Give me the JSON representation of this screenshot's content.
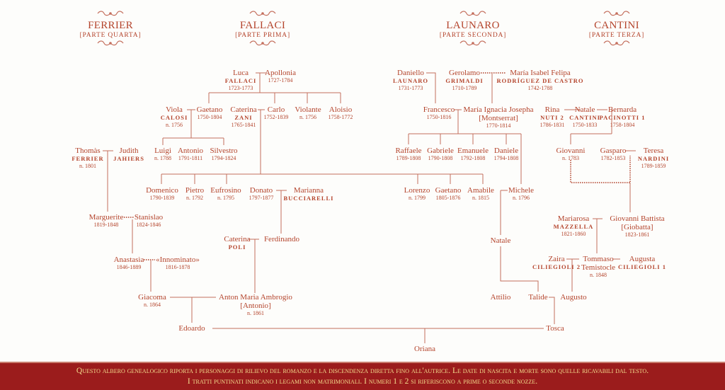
{
  "families": [
    {
      "title": "FERRIER",
      "subtitle": "[PARTE QUARTA]"
    },
    {
      "title": "FALLACI",
      "subtitle": "[PARTE PRIMA]"
    },
    {
      "title": "LAUNARO",
      "subtitle": "[PARTE SECONDA]"
    },
    {
      "title": "CANTINI",
      "subtitle": "[PARTE TERZA]"
    }
  ],
  "persons": [
    {
      "name": "Luca",
      "surname": "FALLACI",
      "dates": "1723-1773"
    },
    {
      "name": "Apollonia",
      "dates": "1727-1784"
    },
    {
      "name": "Viola",
      "surname": "CALOSI",
      "dates": "n. 1756"
    },
    {
      "name": "Gaetano",
      "dates": "1750-1804"
    },
    {
      "name": "Caterina",
      "surname": "ZANI",
      "dates": "1765-1841"
    },
    {
      "name": "Carlo",
      "dates": "1752-1839"
    },
    {
      "name": "Violante",
      "dates": "n. 1756"
    },
    {
      "name": "Aloisio",
      "dates": "1758-1772"
    },
    {
      "name": "Luigi",
      "dates": "n. 1788"
    },
    {
      "name": "Antonio",
      "dates": "1791-1811"
    },
    {
      "name": "Silvestro",
      "dates": "1794-1824"
    },
    {
      "name": "Thomàs",
      "surname": "FERRIER",
      "dates": "n. 1801"
    },
    {
      "name": "Judith",
      "surname": "JAHIERS"
    },
    {
      "name": "Domenico",
      "dates": "1790-1839"
    },
    {
      "name": "Pietro",
      "dates": "n. 1792"
    },
    {
      "name": "Eufrosino",
      "dates": "n. 1795"
    },
    {
      "name": "Donato",
      "dates": "1797-1877"
    },
    {
      "name": "Marianna",
      "surname": "BUCCIARELLI"
    },
    {
      "name": "Marguerite",
      "dates": "1819-1848"
    },
    {
      "name": "Stanislao",
      "dates": "1824-1846"
    },
    {
      "name": "Caterina",
      "surname": "POLI"
    },
    {
      "name": "Ferdinando"
    },
    {
      "name": "Anastasìa",
      "dates": "1846-1889"
    },
    {
      "name": "«Innominato»",
      "dates": "1816-1878"
    },
    {
      "name": "Giacoma",
      "dates": "n. 1864"
    },
    {
      "name": "Anton Maria Ambrogio",
      "alias": "[Antonio]",
      "dates": "n. 1861"
    },
    {
      "name": "Edoardo"
    },
    {
      "name": "Tosca"
    },
    {
      "name": "Oriana"
    },
    {
      "name": "Daniello",
      "surname": "LAUNARO",
      "dates": "1731-1773"
    },
    {
      "name": "Gerolamo",
      "surname": "GRIMALDI",
      "dates": "1710-1789"
    },
    {
      "name": "María Isabel Felipa",
      "surname": "RODRÍGUEZ DE CASTRO",
      "dates": "1742-1788"
    },
    {
      "name": "Francesco",
      "dates": "1750-1816"
    },
    {
      "name": "María Ignacia Josepha",
      "alias": "[Montserrat]",
      "dates": "1770-1814"
    },
    {
      "name": "Raffaele",
      "dates": "1789-1808"
    },
    {
      "name": "Gabriele",
      "dates": "1790-1808"
    },
    {
      "name": "Emanuele",
      "dates": "1792-1808"
    },
    {
      "name": "Daniele",
      "dates": "1794-1808"
    },
    {
      "name": "Lorenzo",
      "dates": "n. 1799"
    },
    {
      "name": "Gaetano",
      "dates": "1805-1876"
    },
    {
      "name": "Amabile",
      "dates": "n. 1815"
    },
    {
      "name": "Michele",
      "dates": "n. 1796"
    },
    {
      "name": "Natale"
    },
    {
      "name": "Attilio"
    },
    {
      "name": "Talide"
    },
    {
      "name": "Augusto"
    },
    {
      "name": "Rina",
      "surname": "NUTI 2",
      "dates": "1786-1831"
    },
    {
      "name": "Natale",
      "surname": "CANTINI",
      "dates": "1750-1833"
    },
    {
      "name": "Bernarda",
      "surname": "PACINOTTI 1",
      "dates": "1758-1804"
    },
    {
      "name": "Giovanni",
      "dates": "n. 1783"
    },
    {
      "name": "Gasparo",
      "dates": "1782-1853"
    },
    {
      "name": "Teresa",
      "surname": "NARDINI",
      "dates": "1789-1859"
    },
    {
      "name": "Mariarosa",
      "surname": "MAZZELLA",
      "dates": "1821-1860"
    },
    {
      "name": "Giovanni Battista",
      "alias": "[Giobatta]",
      "dates": "1823-1861"
    },
    {
      "name": "Zaira",
      "surname": "CILIEGIOLI 2"
    },
    {
      "name": "Tommaso",
      "alias": "Temistocle",
      "dates": "n. 1848"
    },
    {
      "name": "Augusta",
      "surname": "CILIEGIOLI 1"
    }
  ],
  "footer": {
    "line1": "Questo albero genealogico riporta i personaggi di rilievo del romanzo e la discendenza diretta fino all'autrice. Le date di nascita e morte sono quelle ricavabili dal testo.",
    "line2": "I tratti puntinati indicano i legami non matrimoniali. I numeri 1 e 2 si riferiscono a prime o seconde nozze."
  }
}
